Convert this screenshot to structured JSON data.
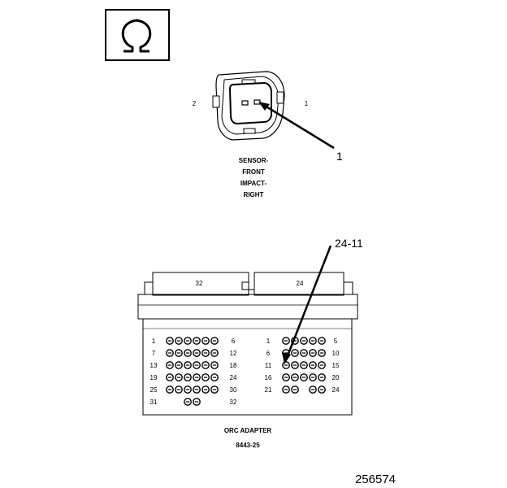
{
  "symbol": {
    "icon": "ohm-icon",
    "text": "Ω"
  },
  "sensor_connector": {
    "pin_left": "2",
    "pin_right": "1",
    "callout": "1",
    "caption_lines": [
      "SENSOR-",
      "FRONT",
      "IMPACT-",
      "RIGHT"
    ]
  },
  "orc_adapter": {
    "callout": "24-11",
    "left_block_label": "32",
    "right_block_label": "24",
    "left_grid": {
      "rows": [
        {
          "start": "1",
          "end": "6",
          "pins": 6
        },
        {
          "start": "7",
          "end": "12",
          "pins": 6
        },
        {
          "start": "13",
          "end": "18",
          "pins": 6
        },
        {
          "start": "19",
          "end": "24",
          "pins": 6
        },
        {
          "start": "25",
          "end": "30",
          "pins": 6
        },
        {
          "start": "31",
          "end": "32",
          "pins": 2
        }
      ]
    },
    "right_grid": {
      "rows": [
        {
          "start": "1",
          "end": "5",
          "pins": 5
        },
        {
          "start": "6",
          "end": "10",
          "pins": 5
        },
        {
          "start": "11",
          "end": "15",
          "pins": 5
        },
        {
          "start": "16",
          "end": "20",
          "pins": 5
        },
        {
          "start": "21",
          "end": "24",
          "pins": 4
        }
      ]
    },
    "caption": "ORC ADAPTER",
    "part_number": "8443-25"
  },
  "figure_number": "256574"
}
